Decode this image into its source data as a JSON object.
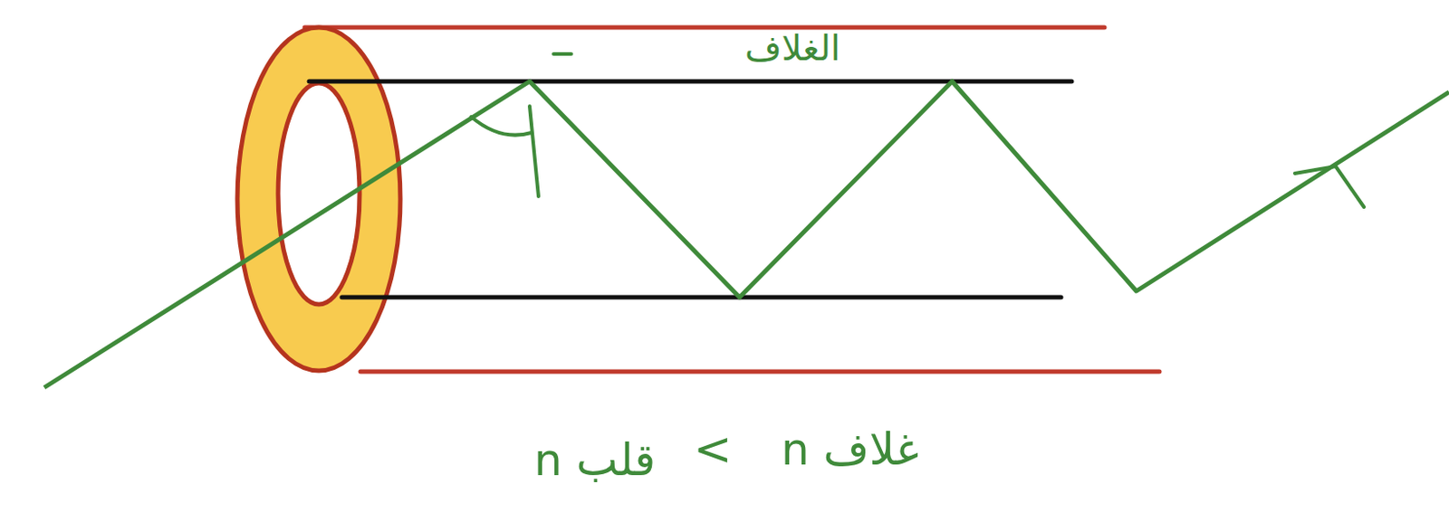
{
  "diagram": {
    "labels": [
      "الغلاف",
      "n قلب",
      "<",
      "n غلاف"
    ]
  }
}
